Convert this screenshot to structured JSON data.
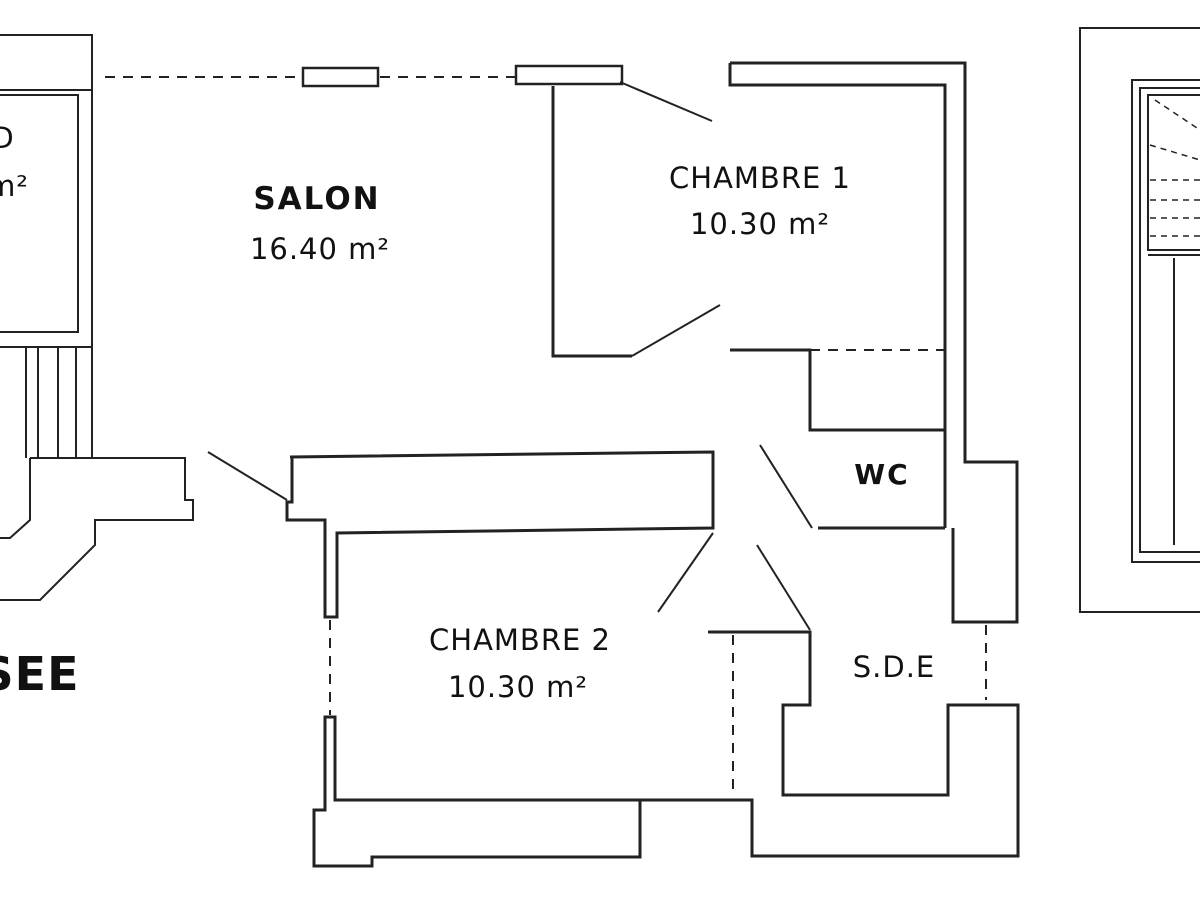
{
  "plan": {
    "rooms": {
      "left_partial_area_suffix": "m²",
      "left_partial_name_suffix": "D",
      "salon": {
        "name": "SALON",
        "area": "16.40 m²"
      },
      "chambre1": {
        "name": "CHAMBRE 1",
        "area": "10.30 m²"
      },
      "chambre2": {
        "name": "CHAMBRE 2",
        "area": "10.30 m²"
      },
      "wc": {
        "name": "WC"
      },
      "sde": {
        "name": "S.D.E"
      }
    },
    "floor_label_partial": "SEE"
  }
}
